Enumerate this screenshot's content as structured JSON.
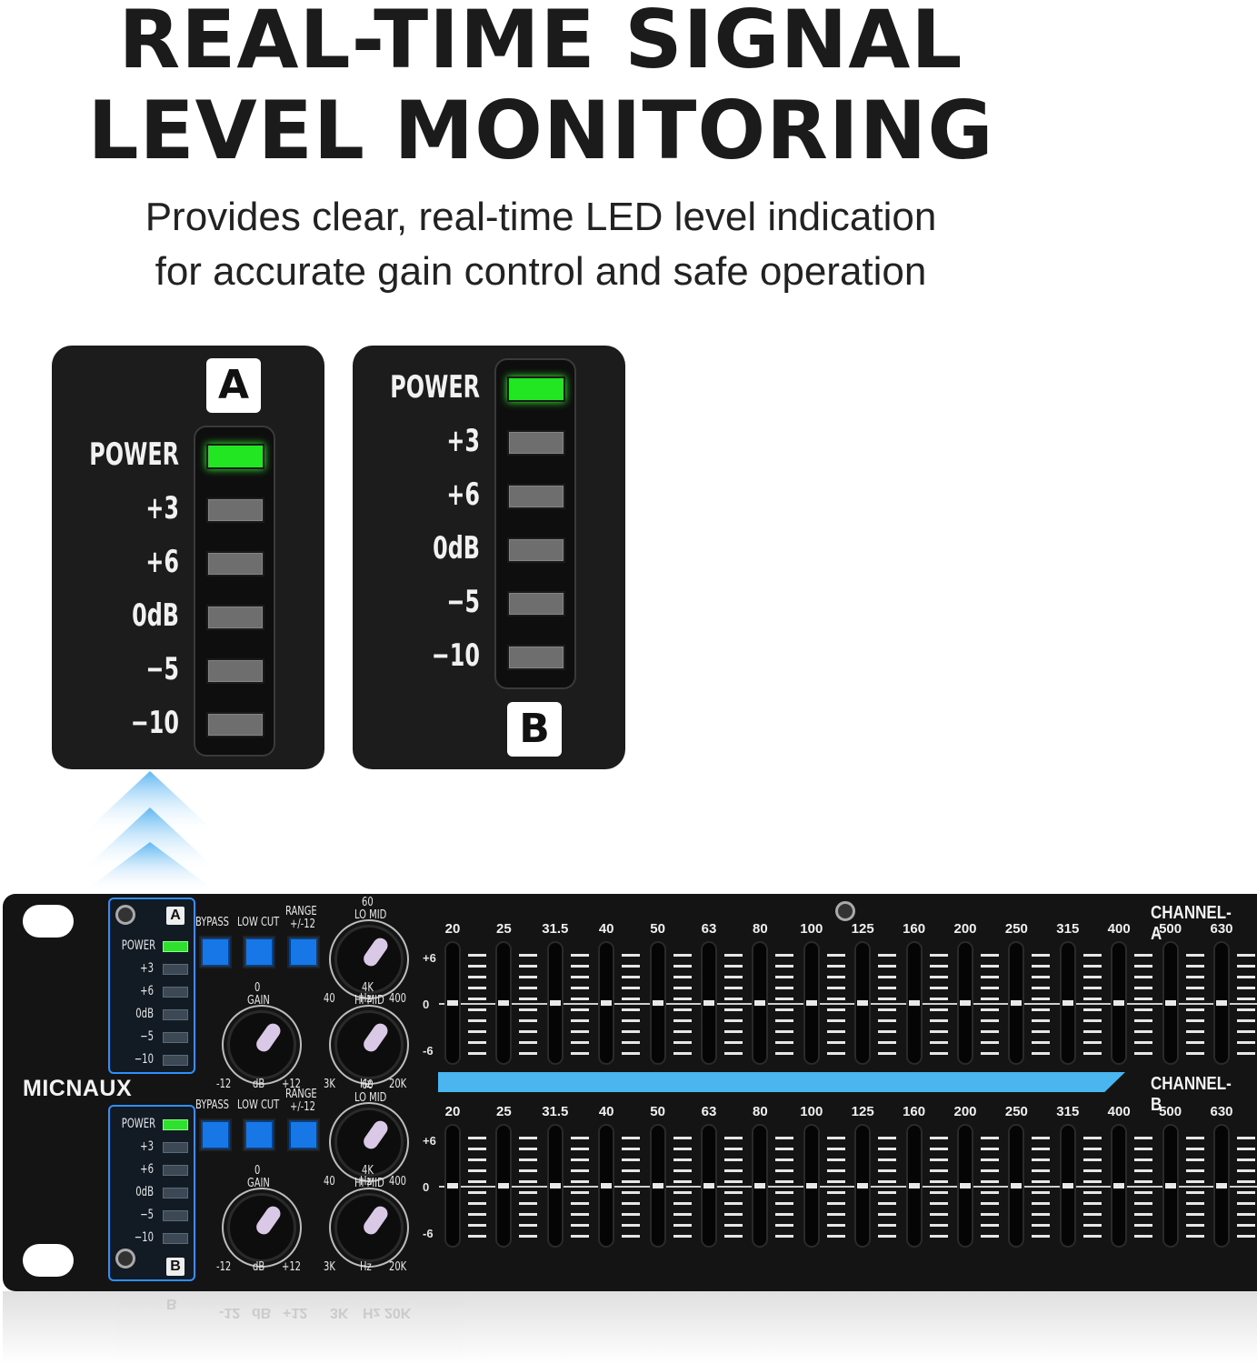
{
  "headline": {
    "line1": "REAL-TIME SIGNAL",
    "line2": "LEVEL MONITORING"
  },
  "subtitle": {
    "line1": "Provides clear, real-time LED level indication",
    "line2": "for accurate gain control and safe operation"
  },
  "meter_a": {
    "tag": "A",
    "levels": [
      {
        "label": "POWER",
        "lit": true
      },
      {
        "label": "+3",
        "lit": false
      },
      {
        "label": "+6",
        "lit": false
      },
      {
        "label": "0dB",
        "lit": false
      },
      {
        "label": "−5",
        "lit": false
      },
      {
        "label": "−10",
        "lit": false
      }
    ]
  },
  "meter_b": {
    "tag": "B",
    "levels": [
      {
        "label": "POWER",
        "lit": true
      },
      {
        "label": "+3",
        "lit": false
      },
      {
        "label": "+6",
        "lit": false
      },
      {
        "label": "0dB",
        "lit": false
      },
      {
        "label": "−5",
        "lit": false
      },
      {
        "label": "−10",
        "lit": false
      }
    ]
  },
  "colors": {
    "led_on": "#22e622",
    "led_off": "#6e6e6e",
    "accent_blue": "#49b6f0",
    "button_blue": "#1877e6"
  },
  "device": {
    "brand": "MICNAUX",
    "channel_a": "CHANNEL-A",
    "channel_b": "CHANNEL-B",
    "mini_labels": [
      "POWER",
      "+3",
      "+6",
      "0dB",
      "−5",
      "−10"
    ],
    "tag_a": "A",
    "tag_b": "B",
    "buttons": {
      "bypass": "BYPASS",
      "low_cut": "LOW CUT",
      "range": "RANGE",
      "range_value": "+/-12"
    },
    "gain": {
      "label": "GAIN",
      "top": "0",
      "min": "-12",
      "unit": "dB",
      "max": "+12"
    },
    "lo_mid": {
      "label": "LO MID",
      "top": "60",
      "min": "40",
      "unit": "Hz",
      "max": "400"
    },
    "hi_mid": {
      "label": "HI MID",
      "top": "4K",
      "min": "3K",
      "unit": "Hz",
      "max": "20K"
    },
    "db_scale": [
      "+6",
      "0",
      "-6"
    ],
    "frequencies": [
      "20",
      "25",
      "31.5",
      "40",
      "50",
      "63",
      "80",
      "100",
      "125",
      "160",
      "200",
      "250",
      "315",
      "400",
      "500",
      "630"
    ],
    "slider_positions": [
      0,
      0,
      0,
      0,
      0,
      0,
      0,
      0,
      0,
      0,
      0,
      0,
      0,
      0,
      0,
      0
    ]
  },
  "reflection": {
    "labels": [
      "-12",
      "dB",
      "+12",
      "3K",
      "Hz",
      "20K"
    ],
    "tag": "B"
  }
}
